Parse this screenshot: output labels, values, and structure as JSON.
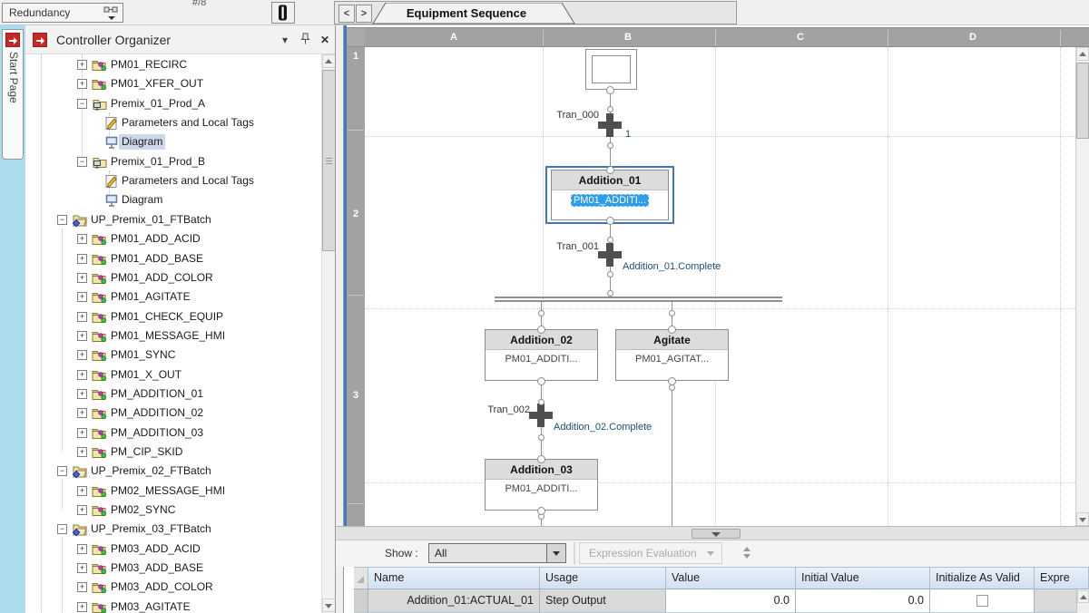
{
  "toolbar": {
    "redundancy_label": "Redundancy",
    "cropped_glyph": "#/8",
    "tab_strip": {
      "back": "<",
      "forward": ">",
      "active_tab": "Equipment Sequence"
    }
  },
  "start_page": {
    "label": "Start Page"
  },
  "organizer": {
    "title": "Controller Organizer",
    "tree": [
      {
        "label": "PM01_RECIRC",
        "level": 2,
        "expand": "+",
        "icon": "program",
        "selected": false
      },
      {
        "label": "PM01_XFER_OUT",
        "level": 2,
        "expand": "+",
        "icon": "program",
        "selected": false
      },
      {
        "label": "Premix_01_Prod_A",
        "level": 2,
        "expand": "-",
        "icon": "seqprogram",
        "selected": false
      },
      {
        "label": "Parameters and Local Tags",
        "level": 3,
        "expand": null,
        "icon": "params",
        "selected": false
      },
      {
        "label": "Diagram",
        "level": 3,
        "expand": null,
        "icon": "diagram",
        "selected": true
      },
      {
        "label": "Premix_01_Prod_B",
        "level": 2,
        "expand": "-",
        "icon": "seqprogram",
        "selected": false
      },
      {
        "label": "Parameters and Local Tags",
        "level": 3,
        "expand": null,
        "icon": "params",
        "selected": false
      },
      {
        "label": "Diagram",
        "level": 3,
        "expand": null,
        "icon": "diagram",
        "selected": false
      },
      {
        "label": "UP_Premix_01_FTBatch",
        "level": 1,
        "expand": "-",
        "icon": "task",
        "selected": false
      },
      {
        "label": "PM01_ADD_ACID",
        "level": 2,
        "expand": "+",
        "icon": "program",
        "selected": false
      },
      {
        "label": "PM01_ADD_BASE",
        "level": 2,
        "expand": "+",
        "icon": "program",
        "selected": false
      },
      {
        "label": "PM01_ADD_COLOR",
        "level": 2,
        "expand": "+",
        "icon": "program",
        "selected": false
      },
      {
        "label": "PM01_AGITATE",
        "level": 2,
        "expand": "+",
        "icon": "program",
        "selected": false
      },
      {
        "label": "PM01_CHECK_EQUIP",
        "level": 2,
        "expand": "+",
        "icon": "program",
        "selected": false
      },
      {
        "label": "PM01_MESSAGE_HMI",
        "level": 2,
        "expand": "+",
        "icon": "program",
        "selected": false
      },
      {
        "label": "PM01_SYNC",
        "level": 2,
        "expand": "+",
        "icon": "program",
        "selected": false
      },
      {
        "label": "PM01_X_OUT",
        "level": 2,
        "expand": "+",
        "icon": "program",
        "selected": false
      },
      {
        "label": "PM_ADDITION_01",
        "level": 2,
        "expand": "+",
        "icon": "program",
        "selected": false
      },
      {
        "label": "PM_ADDITION_02",
        "level": 2,
        "expand": "+",
        "icon": "program",
        "selected": false
      },
      {
        "label": "PM_ADDITION_03",
        "level": 2,
        "expand": "+",
        "icon": "program",
        "selected": false
      },
      {
        "label": "PM_CIP_SKID",
        "level": 2,
        "expand": "+",
        "icon": "program",
        "selected": false
      },
      {
        "label": "UP_Premix_02_FTBatch",
        "level": 1,
        "expand": "-",
        "icon": "task",
        "selected": false
      },
      {
        "label": "PM02_MESSAGE_HMI",
        "level": 2,
        "expand": "+",
        "icon": "program",
        "selected": false
      },
      {
        "label": "PM02_SYNC",
        "level": 2,
        "expand": "+",
        "icon": "program",
        "selected": false
      },
      {
        "label": "UP_Premix_03_FTBatch",
        "level": 1,
        "expand": "-",
        "icon": "task",
        "selected": false
      },
      {
        "label": "PM03_ADD_ACID",
        "level": 2,
        "expand": "+",
        "icon": "program",
        "selected": false
      },
      {
        "label": "PM03_ADD_BASE",
        "level": 2,
        "expand": "+",
        "icon": "program",
        "selected": false
      },
      {
        "label": "PM03_ADD_COLOR",
        "level": 2,
        "expand": "+",
        "icon": "program",
        "selected": false
      },
      {
        "label": "PM03_AGITATE",
        "level": 2,
        "expand": "+",
        "icon": "program",
        "selected": false
      }
    ]
  },
  "diagram": {
    "column_headers": [
      "A",
      "B",
      "C",
      "D"
    ],
    "row_headers": [
      "1",
      "2",
      "3"
    ],
    "sfc": {
      "transitions": [
        {
          "name": "Tran_000",
          "condition": "1"
        },
        {
          "name": "Tran_001",
          "condition": "Addition_01.Complete"
        },
        {
          "name": "Tran_002",
          "condition": "Addition_02.Complete"
        }
      ],
      "steps": [
        {
          "name": "Addition_01",
          "tag": "PM01_ADDITI...",
          "selected": true
        },
        {
          "name": "Addition_02",
          "tag": "PM01_ADDITI...",
          "selected": false
        },
        {
          "name": "Agitate",
          "tag": "PM01_AGITAT...",
          "selected": false
        },
        {
          "name": "Addition_03",
          "tag": "PM01_ADDITI...",
          "selected": false
        }
      ]
    }
  },
  "show_bar": {
    "label": "Show :",
    "value": "All",
    "expression_button": "Expression Evaluation"
  },
  "tag_table": {
    "headers": [
      "Name",
      "Usage",
      "Value",
      "Initial Value",
      "Initialize As Valid",
      "Expre"
    ],
    "rows": [
      {
        "name": "Addition_01:ACTUAL_01",
        "usage": "Step Output",
        "value": "0.0",
        "initial_value": "0.0",
        "initialize_as_valid": false
      }
    ]
  },
  "colors": {
    "accent_blue": "#2e9ee8",
    "selection_border": "#4472c4",
    "condition_text": "#1f4e79",
    "frame_cyan": "#aadcee",
    "grid_header_gray": "#a2a2a2"
  }
}
